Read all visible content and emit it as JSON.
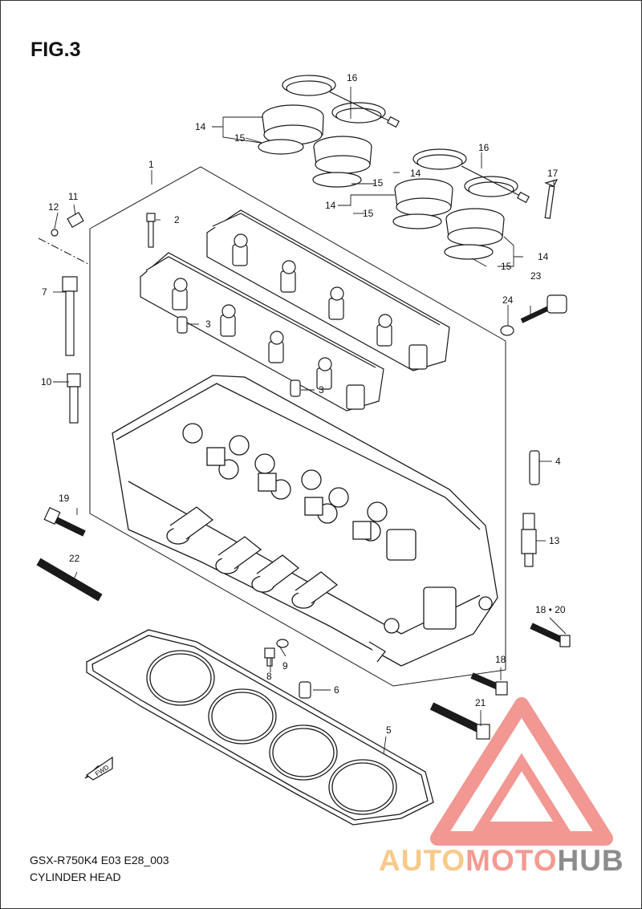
{
  "figure": {
    "title": "FIG.3"
  },
  "footer": {
    "line1": "GSX-R750K4 E03 E28_003",
    "line2": "CYLINDER HEAD"
  },
  "watermark": {
    "part_a": "AUTO",
    "part_b": "MOTO",
    "part_c": "HUB"
  },
  "callouts": {
    "c1": "1",
    "c2": "2",
    "c3a": "3",
    "c3b": "3",
    "c4": "4",
    "c5": "5",
    "c6": "6",
    "c7": "7",
    "c8": "8",
    "c9": "9",
    "c10": "10",
    "c11": "11",
    "c12": "12",
    "c13": "13",
    "c14a": "14",
    "c14b": "14",
    "c14c": "14",
    "c14d": "14",
    "c15a": "15",
    "c15b": "15",
    "c15c": "15",
    "c15d": "15",
    "c16a": "16",
    "c16b": "16",
    "c17": "17",
    "c18": "18",
    "c1820": "18 • 20",
    "c19": "19",
    "c21": "21",
    "c22": "22",
    "c23": "23",
    "c24": "24"
  },
  "fwd_arrow": {
    "label": "FWD"
  },
  "colors": {
    "line": "#1a1a1a",
    "watermark_red": "#e8433a",
    "watermark_orange": "#f5a742",
    "watermark_gray": "#7a7a7a"
  }
}
